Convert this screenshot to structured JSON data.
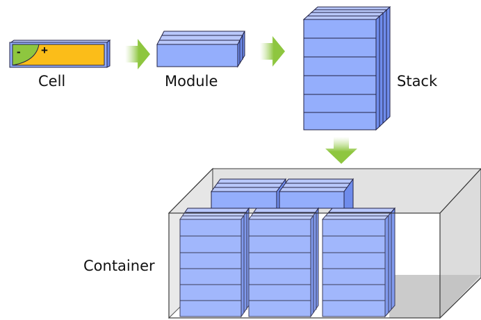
{
  "labels": {
    "cell": "Cell",
    "module": "Module",
    "stack": "Stack",
    "container": "Container"
  },
  "cell_terminals": {
    "negative": "-",
    "positive": "+"
  },
  "colors": {
    "block_front": "#94aefc",
    "block_top": "#b9c8fb",
    "block_side": "#6f8cec",
    "block_edge": "#222244",
    "cell_body": "#fbbd19",
    "cell_cap": "#8ec63f",
    "arrow": "#8ec63f",
    "container_glass": "#e2e2e2",
    "container_floor": "#c4c4c4",
    "container_edge": "#3a3a3a"
  }
}
